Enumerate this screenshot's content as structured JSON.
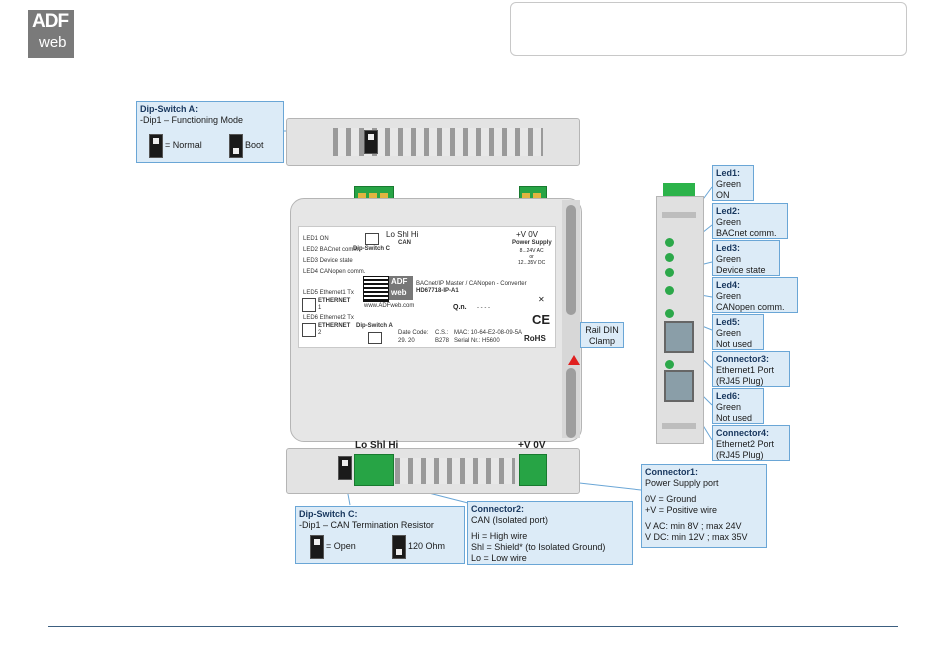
{
  "logo": {
    "line1": "ADF",
    "line2": "web"
  },
  "callouts": {
    "dipA": {
      "title": "Dip-Switch A:",
      "line1": "-Dip1 – Functioning Mode",
      "normal": "= Normal",
      "boot": "Boot"
    },
    "dipC": {
      "title": "Dip-Switch C:",
      "line1": "-Dip1 – CAN Termination Resistor",
      "open": "= Open",
      "ohm": "120 Ohm"
    },
    "led1": {
      "title": "Led1:",
      "color": "Green",
      "desc": "ON"
    },
    "led2": {
      "title": "Led2:",
      "color": "Green",
      "desc": "BACnet comm."
    },
    "led3": {
      "title": "Led3:",
      "color": "Green",
      "desc": "Device state"
    },
    "led4": {
      "title": "Led4:",
      "color": "Green",
      "desc": "CANopen comm."
    },
    "led5": {
      "title": "Led5:",
      "color": "Green",
      "desc": "Not used"
    },
    "led6": {
      "title": "Led6:",
      "color": "Green",
      "desc": "Not used"
    },
    "conn3": {
      "title": "Connector3:",
      "line1": "Ethernet1 Port",
      "line2": "(RJ45 Plug)"
    },
    "conn4": {
      "title": "Connector4:",
      "line1": "Ethernet2 Port",
      "line2": "(RJ45 Plug)"
    },
    "rail": {
      "line1": "Rail DIN",
      "line2": "Clamp"
    },
    "conn1": {
      "title": "Connector1:",
      "line1": "Power Supply port",
      "line2": "0V = Ground",
      "line3": "+V = Positive wire",
      "line4": "V AC: min 8V ; max 24V",
      "line5": "V DC: min 12V ; max 35V"
    },
    "conn2": {
      "title": "Connector2:",
      "line1": "CAN (Isolated port)",
      "line2": "Hi = High wire",
      "line3": "Shl = Shield* (to Isolated Ground)",
      "line4": "Lo = Low wire"
    }
  },
  "device": {
    "top_lo_shl_hi": "Lo  Shl  Hi",
    "top_can": "CAN",
    "top_power": "+V   0V",
    "power_supply": "Power Supply",
    "power_spec1": "8...24V AC",
    "power_spec2": "or",
    "power_spec3": "12...35V DC",
    "dipswitch_c": "Dip-Switch C",
    "dipswitch_a": "Dip-Switch A",
    "leds": [
      "LED1 ON",
      "LED2 BACnet comm.",
      "LED3 Device state",
      "LED4 CANopen comm."
    ],
    "led5": "LED5 Ethernet1 Tx",
    "led6": "LED6 Ethernet2 Tx",
    "eth1": "ETHERNET",
    "eth1n": "1",
    "eth2": "ETHERNET",
    "eth2n": "2",
    "product": "BACnet/IP Master / CANopen - Converter",
    "code": "HD67718-IP-A1",
    "web": "www.ADFweb.com",
    "qn": "Q.n.",
    "qn_val": "- - - -",
    "date_code_label": "Date Code:",
    "date_code": "29. 20",
    "cs_label": "C.S.:",
    "cs": "B278",
    "mac": "MAC: 10-64-E2-08-09-5A",
    "serial": "Serial Nr.: H5600",
    "rohs": "RoHS",
    "ce": "CE",
    "bottom_lo_shl_hi": "Lo Shl Hi",
    "bottom_v": "+V 0V"
  }
}
